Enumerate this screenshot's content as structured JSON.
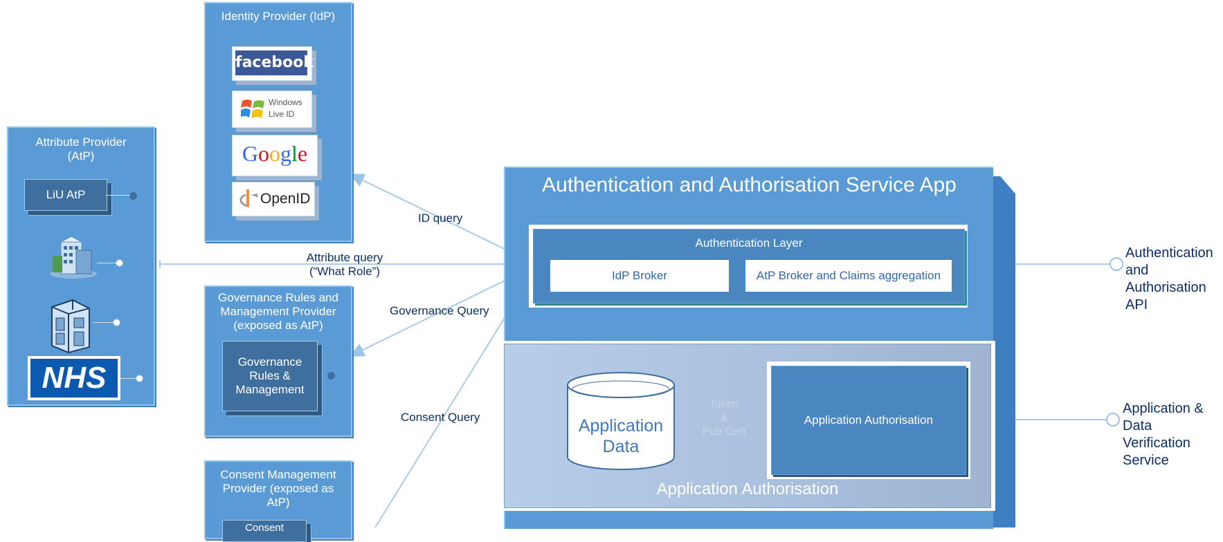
{
  "idp_panel": {
    "title": "Identity Provider (IdP)",
    "logos": [
      "facebook",
      "Windows Live ID",
      "Google",
      "OpenID"
    ]
  },
  "atp_panel": {
    "title": "Attribute Provider (AtP)",
    "liu_label": "LiU AtP",
    "nhs_label": "NHS"
  },
  "gov_panel": {
    "title": "Governance Rules and Management Provider (exposed as AtP)",
    "box_label": "Governance Rules & Management"
  },
  "consent_panel": {
    "title": "Consent Management Provider (exposed as AtP)",
    "box_label": "Consent"
  },
  "connectors": {
    "id_query": "ID query",
    "attribute_query": "Attribute query",
    "attribute_query_sub": "(“What Role”)",
    "governance_query": "Governance Query",
    "consent_query": "Consent Query",
    "token": "Token",
    "amp": "&",
    "pub_cert": "Pub Cert"
  },
  "app": {
    "title": "Authentication and Authorisation Service App",
    "auth_layer": "Authentication Layer",
    "idp_broker": "IdP Broker",
    "atp_broker": "AtP Broker and Claims aggregation",
    "app_data_line1": "Application",
    "app_data_line2": "Data",
    "app_authorisation_box": "Application Authorisation",
    "app_authorisation_area": "Application Authorisation"
  },
  "apis": {
    "auth_api": [
      "Authentication",
      "and",
      "Authorisation",
      "API"
    ],
    "verification": [
      "Application &",
      "Data",
      "Verification",
      "Service"
    ]
  },
  "colors": {
    "panel": "#5b9bd5",
    "dark_box": "#3f6f9f",
    "label_text": "#0b2f66"
  }
}
